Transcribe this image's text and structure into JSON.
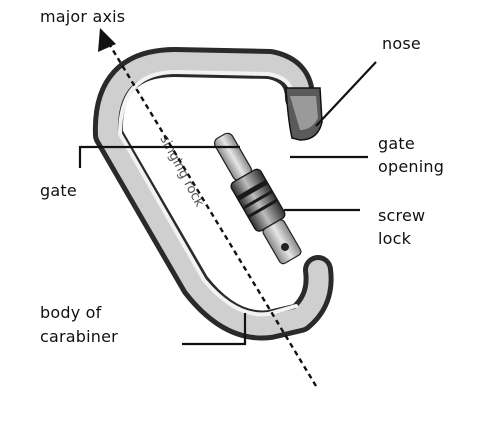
{
  "labels": {
    "major_axis": "major axis",
    "nose": "nose",
    "gate_opening": [
      "gate",
      "opening"
    ],
    "gate": "gate",
    "screw_lock": [
      "screw",
      "lock"
    ],
    "body": [
      "body of",
      "carabiner"
    ]
  },
  "engraving": "singing rock",
  "colors": {
    "ink": "#111111",
    "metal_light": "#d4d4d4",
    "metal_dark": "#3a3a3a"
  }
}
